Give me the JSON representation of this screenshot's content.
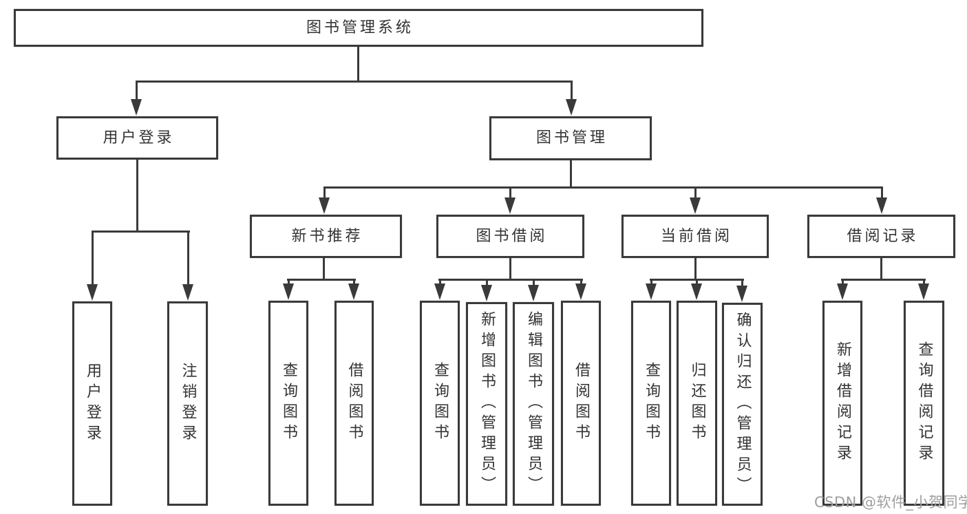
{
  "diagram": {
    "root": {
      "label": "图书管理系统"
    },
    "branches": [
      {
        "label": "用户登录",
        "children": [
          {
            "label": "用户登录"
          },
          {
            "label": "注销登录"
          }
        ]
      },
      {
        "label": "图书管理",
        "children": [
          {
            "label": "新书推荐",
            "children": [
              {
                "label": "查询图书"
              },
              {
                "label": "借阅图书"
              }
            ]
          },
          {
            "label": "图书借阅",
            "children": [
              {
                "label": "查询图书"
              },
              {
                "label": "新增图书（管理员）"
              },
              {
                "label": "编辑图书（管理员）"
              },
              {
                "label": "借阅图书"
              }
            ]
          },
          {
            "label": "当前借阅",
            "children": [
              {
                "label": "查询图书"
              },
              {
                "label": "归还图书"
              },
              {
                "label": "确认归还（管理员）"
              }
            ]
          },
          {
            "label": "借阅记录",
            "children": [
              {
                "label": "新增借阅记录"
              },
              {
                "label": "查询借阅记录"
              }
            ]
          }
        ]
      }
    ]
  },
  "watermark": {
    "text": "CSDN @软件_小贺同学"
  },
  "colors": {
    "line": "#3a3a3a",
    "text": "#333333",
    "background": "#ffffff",
    "watermark_color": "#9e9e9e"
  }
}
